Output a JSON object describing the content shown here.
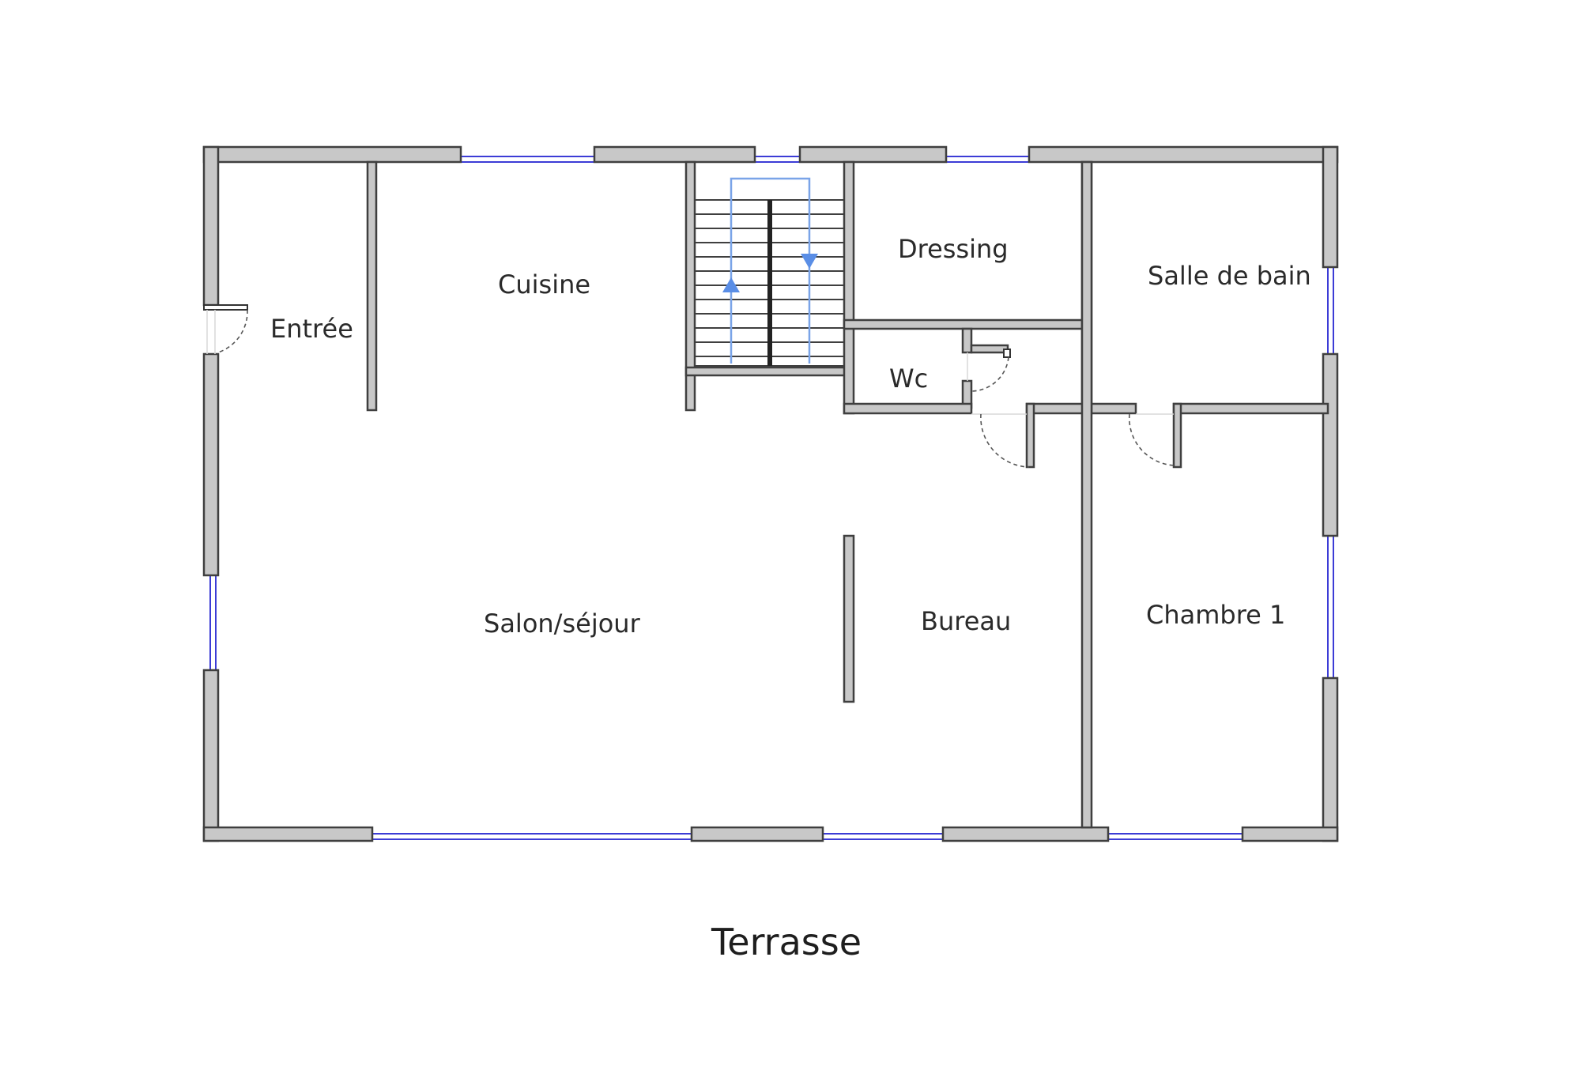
{
  "plan": {
    "rooms": {
      "entree": "Entrée",
      "cuisine": "Cuisine",
      "dressing": "Dressing",
      "salle_de_bain": "Salle de bain",
      "wc": "Wc",
      "salon": "Salon/séjour",
      "bureau": "Bureau",
      "chambre": "Chambre 1"
    },
    "outside": "Terrasse"
  },
  "colors": {
    "wall_fill": "#c8c8c8",
    "wall_stroke": "#3f3f3f",
    "window": "#3c3cd6",
    "stair_path": "#7aa4e8",
    "stair_arrow": "#5a8ee6"
  }
}
